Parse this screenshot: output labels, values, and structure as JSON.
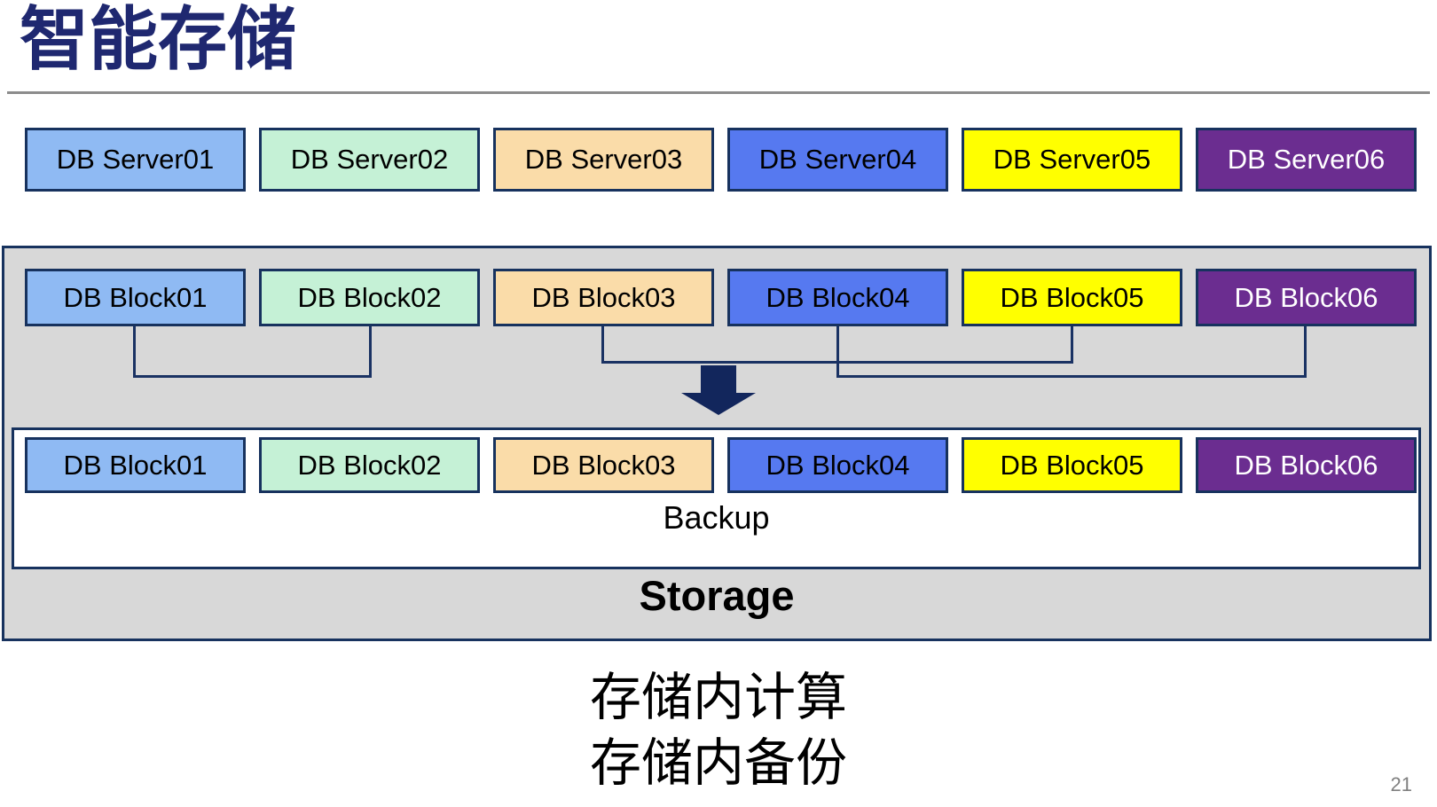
{
  "slide": {
    "title": "智能存储",
    "caption_lines": [
      "存储内计算",
      "存储内备份"
    ],
    "page_number": "21"
  },
  "servers": [
    {
      "name": "db-server-01",
      "label": "DB Server01",
      "bg": "#8FBAF3",
      "fg": "#000000"
    },
    {
      "name": "db-server-02",
      "label": "DB Server02",
      "bg": "#C5F1D6",
      "fg": "#000000"
    },
    {
      "name": "db-server-03",
      "label": "DB Server03",
      "bg": "#FADCA9",
      "fg": "#000000"
    },
    {
      "name": "db-server-04",
      "label": "DB Server04",
      "bg": "#5679F0",
      "fg": "#000000"
    },
    {
      "name": "db-server-05",
      "label": "DB Server05",
      "bg": "#FFFF00",
      "fg": "#000000"
    },
    {
      "name": "db-server-06",
      "label": "DB Server06",
      "bg": "#6B2D90",
      "fg": "#FFFFFF"
    }
  ],
  "blocks_top": [
    {
      "name": "db-block-top-01",
      "label": "DB Block01",
      "bg": "#8FBAF3",
      "fg": "#000000"
    },
    {
      "name": "db-block-top-02",
      "label": "DB Block02",
      "bg": "#C5F1D6",
      "fg": "#000000"
    },
    {
      "name": "db-block-top-03",
      "label": "DB Block03",
      "bg": "#FADCA9",
      "fg": "#000000"
    },
    {
      "name": "db-block-top-04",
      "label": "DB Block04",
      "bg": "#5679F0",
      "fg": "#000000"
    },
    {
      "name": "db-block-top-05",
      "label": "DB Block05",
      "bg": "#FFFF00",
      "fg": "#000000"
    },
    {
      "name": "db-block-top-06",
      "label": "DB Block06",
      "bg": "#6B2D90",
      "fg": "#FFFFFF"
    }
  ],
  "blocks_bottom": [
    {
      "name": "db-block-bottom-01",
      "label": "DB Block01",
      "bg": "#8FBAF3",
      "fg": "#000000"
    },
    {
      "name": "db-block-bottom-02",
      "label": "DB Block02",
      "bg": "#C5F1D6",
      "fg": "#000000"
    },
    {
      "name": "db-block-bottom-03",
      "label": "DB Block03",
      "bg": "#FADCA9",
      "fg": "#000000"
    },
    {
      "name": "db-block-bottom-04",
      "label": "DB Block04",
      "bg": "#5679F0",
      "fg": "#000000"
    },
    {
      "name": "db-block-bottom-05",
      "label": "DB Block05",
      "bg": "#FFFF00",
      "fg": "#000000"
    },
    {
      "name": "db-block-bottom-06",
      "label": "DB Block06",
      "bg": "#6B2D90",
      "fg": "#FFFFFF"
    }
  ],
  "storage": {
    "backup_label": "Backup",
    "label": "Storage"
  },
  "colors": {
    "accent_title": "#1F2870",
    "box_border": "#17325E",
    "connector": "#1A3263",
    "arrow": "#12265C",
    "container_bg": "#D8D8D8",
    "divider": "#8C8C8C",
    "page_number": "#808080"
  }
}
